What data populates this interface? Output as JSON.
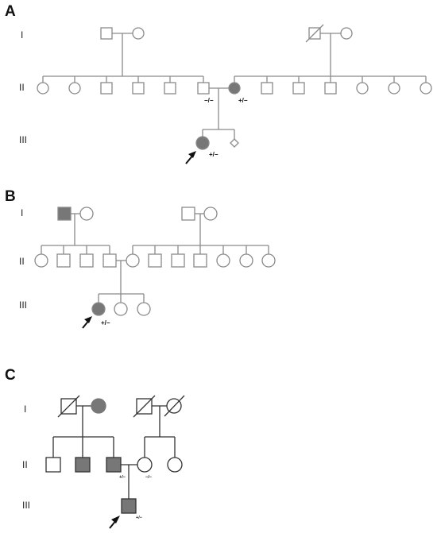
{
  "panels": [
    {
      "letter": "A",
      "generations": [
        "I",
        "II",
        "III"
      ],
      "genotypes": {
        "father_II": "−/−",
        "mother_II": "+/−",
        "proband": "+/−"
      }
    },
    {
      "letter": "B",
      "generations": [
        "I",
        "II",
        "III"
      ],
      "genotypes": {
        "proband": "+/−"
      }
    },
    {
      "letter": "C",
      "generations": [
        "I",
        "II",
        "III"
      ],
      "genotypes": {
        "father_II": "+/−",
        "mother_II": "−/−",
        "proband": "+/−"
      }
    }
  ],
  "colors": {
    "line": "#8a8a8a",
    "affected": "#777777",
    "outline": "#8a8a8a",
    "outline_c": "#333333",
    "arrow": "#111111"
  }
}
